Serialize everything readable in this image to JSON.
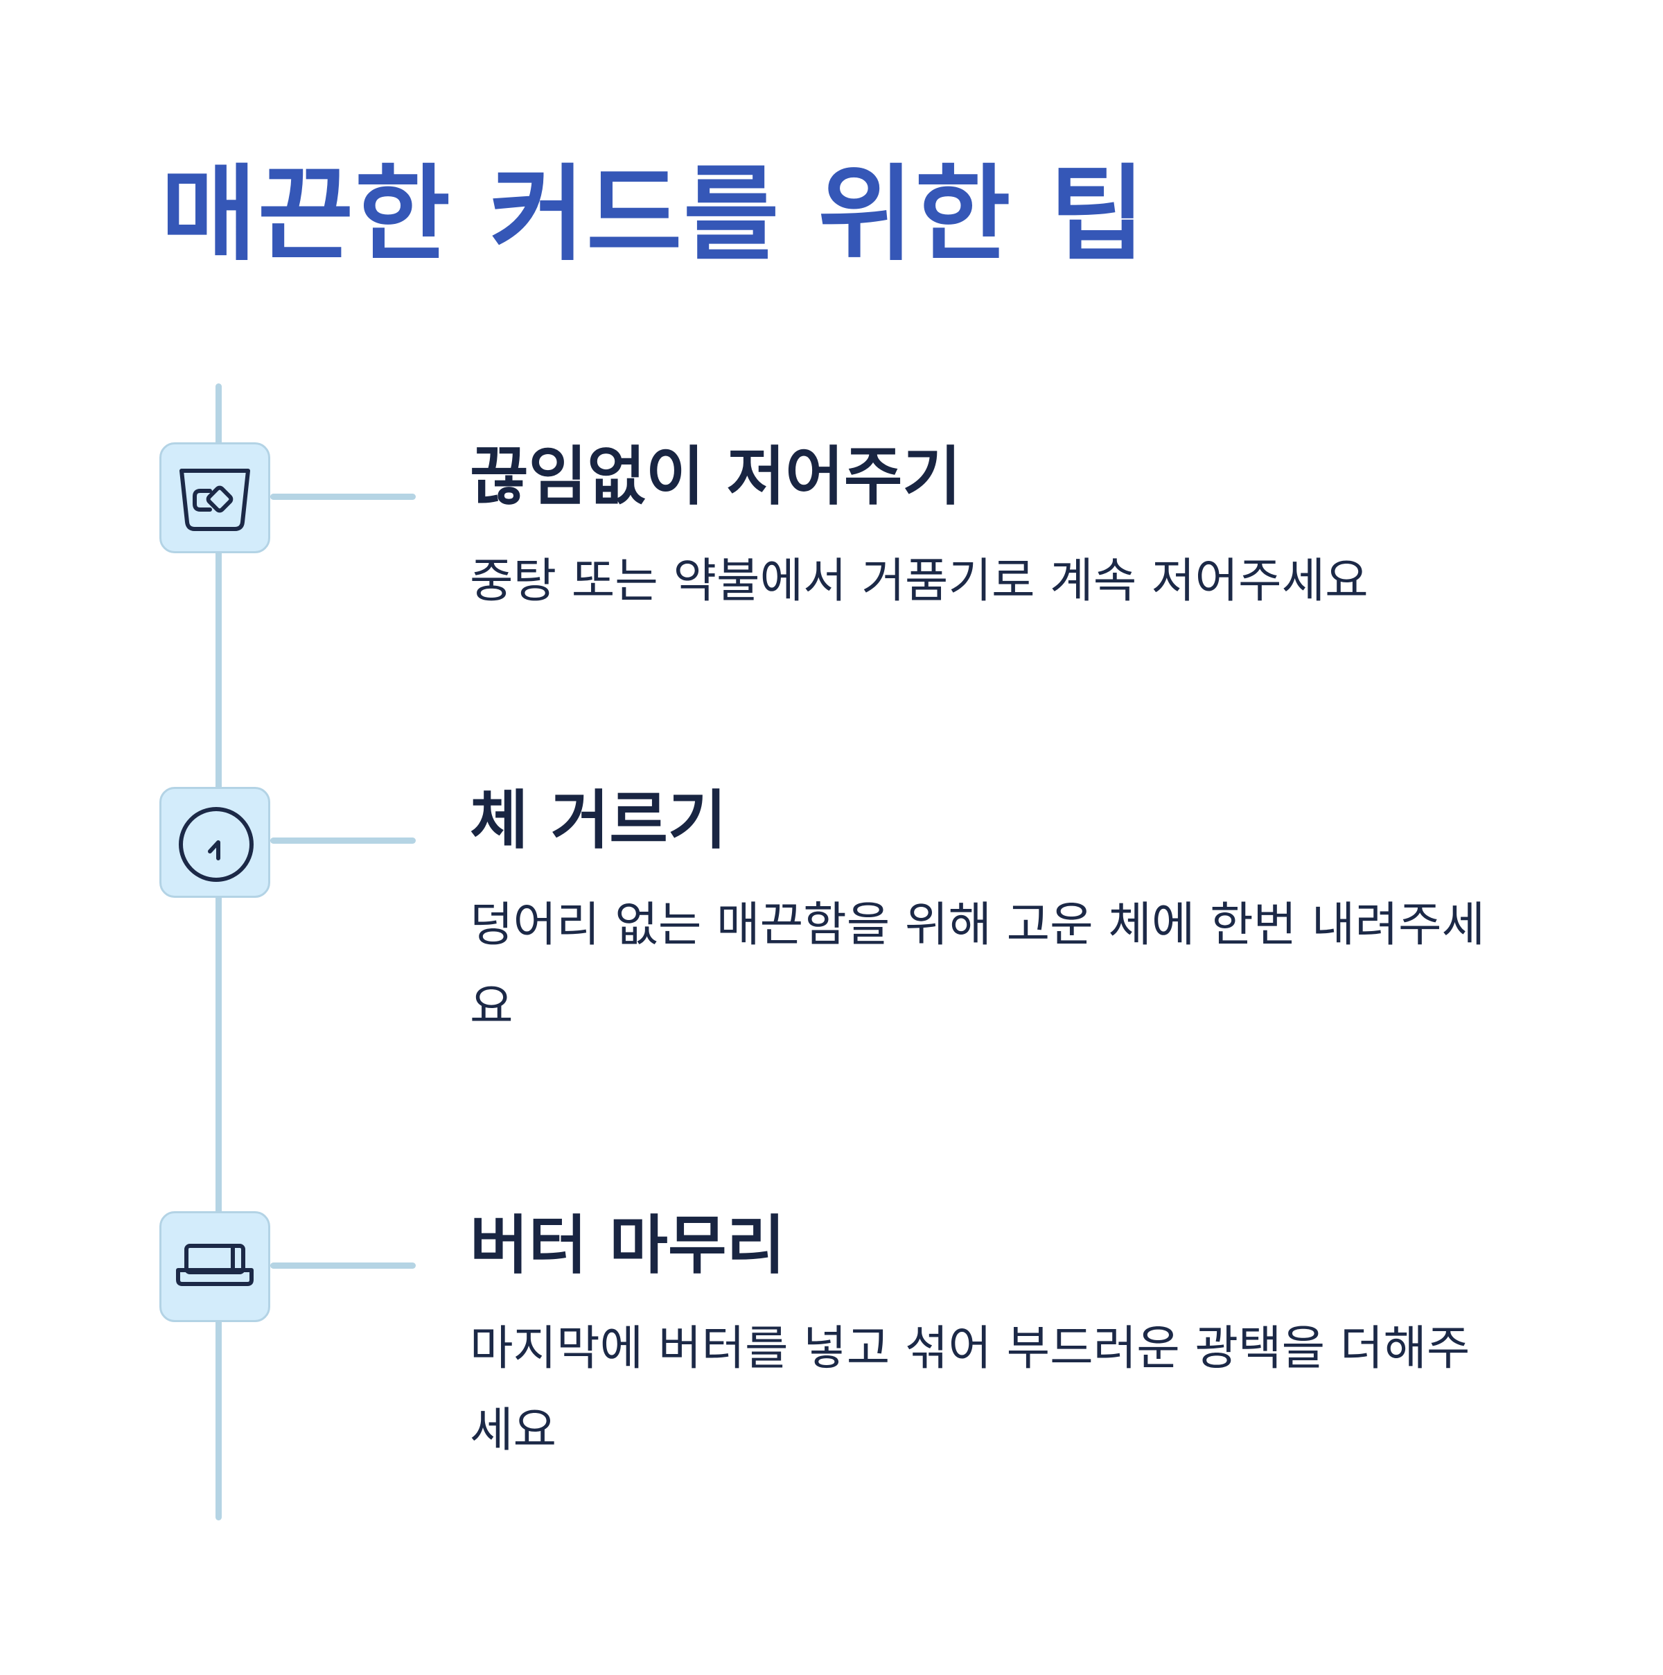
{
  "title": "매끈한 커드를 위한 팁",
  "colors": {
    "title": "#3557b7",
    "text": "#192542",
    "line": "#b5d4e4",
    "icon_bg": "#d3ecfb",
    "icon_stroke": "#1c2947"
  },
  "steps": [
    {
      "icon": "pot-icon",
      "title": "끊임없이 저어주기",
      "description": "중탕 또는 약불에서 거품기로 계속 저어주세요"
    },
    {
      "icon": "timer-icon",
      "title": "체 거르기",
      "description": "덩어리 없는 매끈함을 위해 고운 체에 한번 내려주세요"
    },
    {
      "icon": "butter-icon",
      "title": "버터 마무리",
      "description": "마지막에 버터를 넣고 섞어 부드러운 광택을 더해주세요"
    }
  ]
}
